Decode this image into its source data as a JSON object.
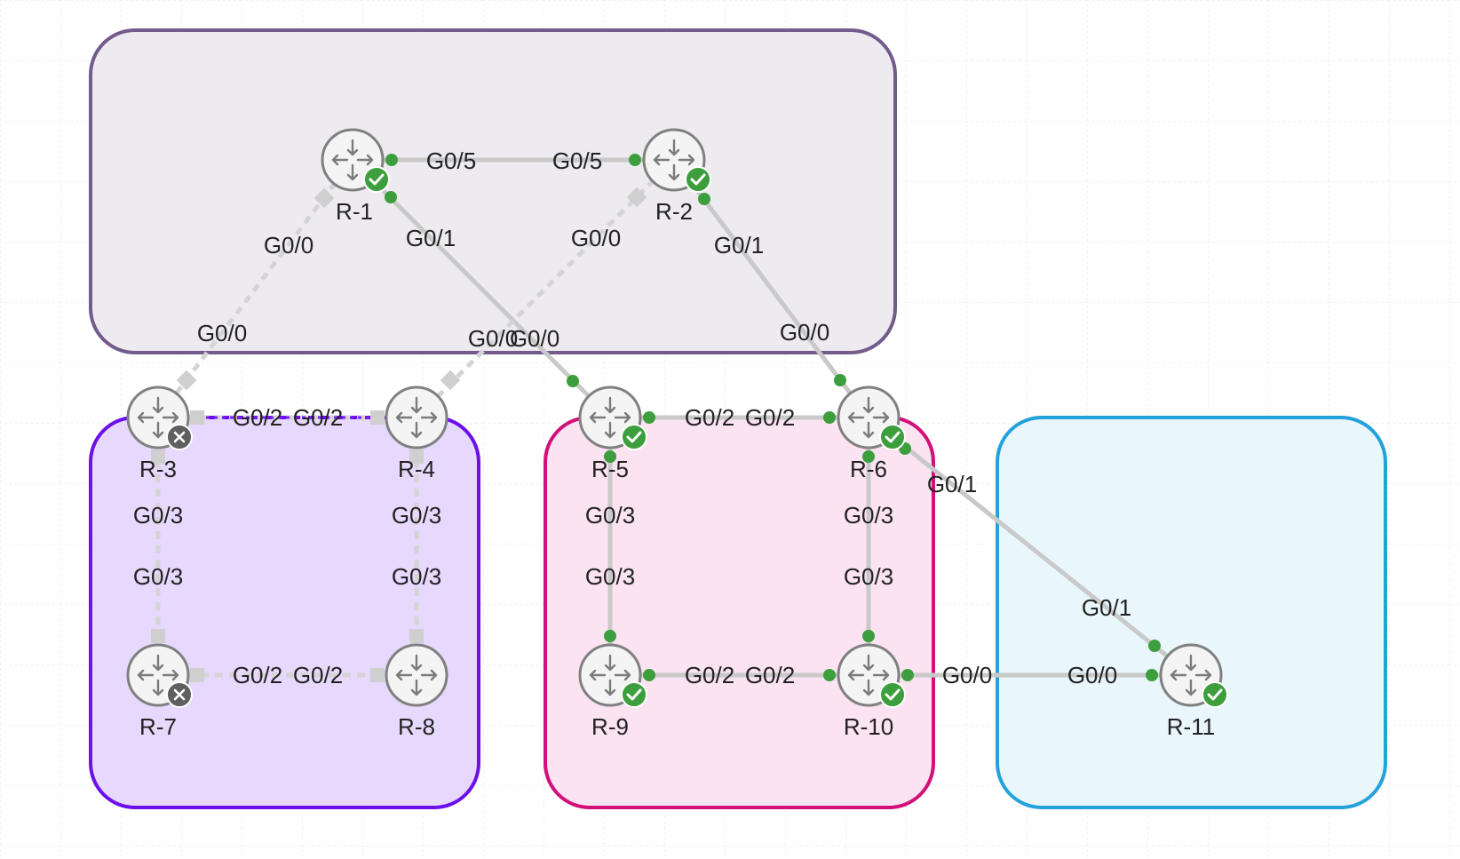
{
  "colors": {
    "link_up": "#c9c9c9",
    "link_down": "#d4d4d4",
    "port_up": "#3c9e3c",
    "port_down": "#cfcfcf",
    "ok_badge": "#3c9e3c",
    "err_badge": "#5f5f5f",
    "router_ring": "#808080",
    "router_fill": "#f4f4f4"
  },
  "groups": [
    {
      "id": "grp-top",
      "stroke": "#735b8c",
      "fill": "#edebf0"
    },
    {
      "id": "grp-left",
      "stroke": "#6b0fec",
      "fill": "#e7d8fd"
    },
    {
      "id": "grp-mid",
      "stroke": "#d1107a",
      "fill": "#fbe3f1"
    },
    {
      "id": "grp-right",
      "stroke": "#24a2dc",
      "fill": "#e9f6fc"
    }
  ],
  "routers": [
    {
      "id": "R-1",
      "label": "R-1",
      "state": "ok",
      "icon": "router-icon"
    },
    {
      "id": "R-2",
      "label": "R-2",
      "state": "ok",
      "icon": "router-icon"
    },
    {
      "id": "R-3",
      "label": "R-3",
      "state": "error",
      "icon": "router-icon"
    },
    {
      "id": "R-4",
      "label": "R-4",
      "state": "stopped",
      "icon": "router-icon"
    },
    {
      "id": "R-5",
      "label": "R-5",
      "state": "ok",
      "icon": "router-icon"
    },
    {
      "id": "R-6",
      "label": "R-6",
      "state": "ok",
      "icon": "router-icon"
    },
    {
      "id": "R-7",
      "label": "R-7",
      "state": "error",
      "icon": "router-icon"
    },
    {
      "id": "R-8",
      "label": "R-8",
      "state": "stopped",
      "icon": "router-icon"
    },
    {
      "id": "R-9",
      "label": "R-9",
      "state": "ok",
      "icon": "router-icon"
    },
    {
      "id": "R-10",
      "label": "R-10",
      "state": "ok",
      "icon": "router-icon"
    },
    {
      "id": "R-11",
      "label": "R-11",
      "state": "ok",
      "icon": "router-icon"
    }
  ],
  "links": [
    {
      "id": "R1-R2",
      "a": "R-1",
      "b": "R-2",
      "a_if": "G0/5",
      "b_if": "G0/5",
      "status": "up"
    },
    {
      "id": "R1-R3",
      "a": "R-1",
      "b": "R-3",
      "a_if": "G0/0",
      "b_if": "G0/0",
      "status": "down"
    },
    {
      "id": "R1-R5",
      "a": "R-1",
      "b": "R-5",
      "a_if": "G0/1",
      "b_if": "G0/0",
      "status": "up"
    },
    {
      "id": "R2-R4",
      "a": "R-2",
      "b": "R-4",
      "a_if": "G0/0",
      "b_if": "G0/0",
      "status": "down"
    },
    {
      "id": "R2-R6",
      "a": "R-2",
      "b": "R-6",
      "a_if": "G0/1",
      "b_if": "G0/0",
      "status": "up"
    },
    {
      "id": "R3-R4",
      "a": "R-3",
      "b": "R-4",
      "a_if": "G0/2",
      "b_if": "G0/2",
      "status": "down"
    },
    {
      "id": "R3-R7",
      "a": "R-3",
      "b": "R-7",
      "a_if": "G0/3",
      "b_if": "G0/3",
      "status": "down"
    },
    {
      "id": "R4-R8",
      "a": "R-4",
      "b": "R-8",
      "a_if": "G0/3",
      "b_if": "G0/3",
      "status": "down"
    },
    {
      "id": "R7-R8",
      "a": "R-7",
      "b": "R-8",
      "a_if": "G0/2",
      "b_if": "G0/2",
      "status": "down"
    },
    {
      "id": "R5-R6",
      "a": "R-5",
      "b": "R-6",
      "a_if": "G0/2",
      "b_if": "G0/2",
      "status": "up"
    },
    {
      "id": "R5-R9",
      "a": "R-5",
      "b": "R-9",
      "a_if": "G0/3",
      "b_if": "G0/3",
      "status": "up"
    },
    {
      "id": "R6-R10",
      "a": "R-6",
      "b": "R-10",
      "a_if": "G0/3",
      "b_if": "G0/3",
      "status": "up"
    },
    {
      "id": "R9-R10",
      "a": "R-9",
      "b": "R-10",
      "a_if": "G0/2",
      "b_if": "G0/2",
      "status": "up"
    },
    {
      "id": "R6-R11",
      "a": "R-6",
      "b": "R-11",
      "a_if": "G0/1",
      "b_if": "G0/1",
      "status": "up"
    },
    {
      "id": "R10-R11",
      "a": "R-10",
      "b": "R-11",
      "a_if": "G0/0",
      "b_if": "G0/0",
      "status": "up"
    }
  ]
}
